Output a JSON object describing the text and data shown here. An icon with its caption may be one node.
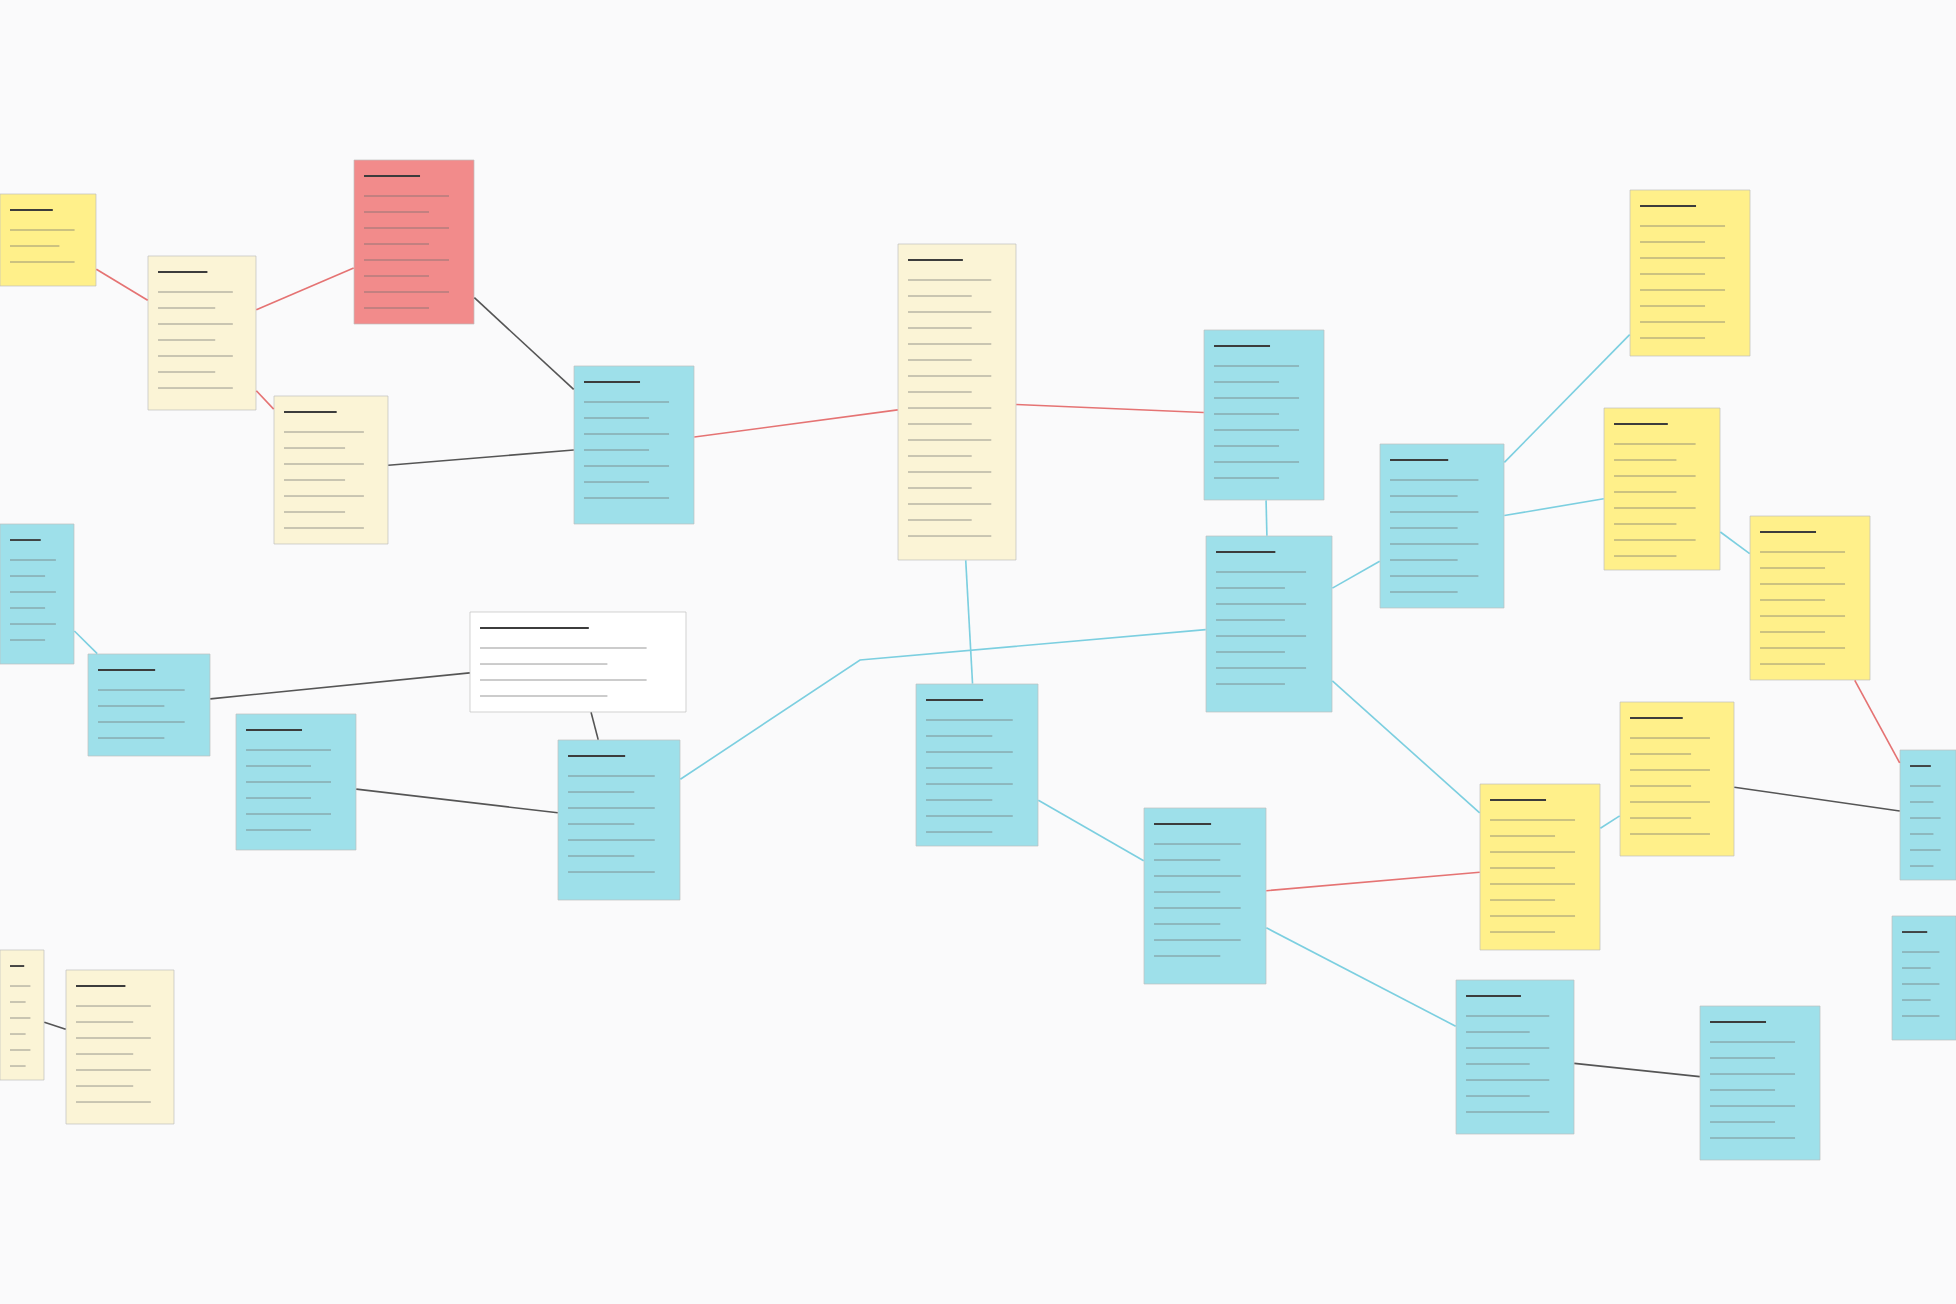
{
  "diagram": {
    "nodes": [
      {
        "text": [],
        "shape": "box"
      },
      {
        "text": [],
        "shape": "box"
      },
      {
        "text": [],
        "shape": "box"
      },
      {
        "text": [],
        "shape": "box"
      },
      {
        "text": [],
        "shape": "box"
      },
      {
        "text": [],
        "shape": "box"
      },
      {
        "text": [],
        "shape": "box"
      },
      {
        "text": [],
        "shape": "box"
      },
      {
        "text": [],
        "shape": "box"
      },
      {
        "text": [],
        "shape": "box"
      },
      {
        "text": [],
        "shape": "box"
      },
      {
        "text": [],
        "shape": "box"
      },
      {
        "text": [],
        "shape": "box"
      },
      {
        "text": [],
        "shape": "box"
      },
      {
        "text": [],
        "shape": "box"
      },
      {
        "text": [],
        "shape": "box"
      },
      {
        "text": [],
        "shape": "box"
      },
      {
        "text": [],
        "shape": "box"
      },
      {
        "text": [],
        "shape": "box"
      },
      {
        "text": [],
        "shape": "box"
      },
      {
        "text": [],
        "shape": "box"
      },
      {
        "text": [],
        "shape": "box"
      },
      {
        "text": [],
        "shape": "box"
      },
      {
        "text": [],
        "shape": "box"
      },
      {
        "text": [],
        "shape": "box"
      },
      {
        "text": [],
        "shape": "box"
      },
      {
        "text": [],
        "shape": "box"
      }
    ],
    "edges": [
      {
        "from": 2,
        "to": 4,
        "arrow": "none",
        "color": "#e57373"
      },
      {
        "from": 4,
        "to": 0,
        "arrow": "none",
        "color": "#e57373"
      },
      {
        "from": 4,
        "to": 7,
        "arrow": "none",
        "color": "#e57373"
      },
      {
        "from": 0,
        "to": 6,
        "arrow": "none",
        "color": "#555555"
      },
      {
        "from": 7,
        "to": 6,
        "arrow": "none",
        "color": "#555555"
      },
      {
        "from": 6,
        "to": 3,
        "arrow": "none",
        "color": "#e57373"
      },
      {
        "from": 3,
        "to": 5,
        "arrow": "none",
        "color": "#e57373"
      },
      {
        "from": 5,
        "to": 12,
        "arrow": "none"
      },
      {
        "from": 12,
        "to": 9,
        "arrow": "none"
      },
      {
        "from": 9,
        "to": 1,
        "arrow": "none"
      },
      {
        "from": 9,
        "to": 8,
        "arrow": "none"
      },
      {
        "from": 8,
        "to": 10,
        "arrow": "none"
      },
      {
        "from": 3,
        "to": 15,
        "arrow": "none"
      },
      {
        "from": 11,
        "to": 14,
        "arrow": "none"
      },
      {
        "from": 14,
        "to": 13,
        "arrow": "none",
        "color": "#555555"
      },
      {
        "from": 13,
        "to": 18,
        "arrow": "none",
        "color": "#555555"
      },
      {
        "from": 17,
        "to": 18,
        "arrow": "none",
        "color": "#555555"
      },
      {
        "from": 18,
        "to": 12,
        "arrow": "none"
      },
      {
        "from": 15,
        "to": 21,
        "arrow": "none"
      },
      {
        "from": 21,
        "to": 20,
        "arrow": "none",
        "color": "#e57373"
      },
      {
        "from": 20,
        "to": 16,
        "arrow": "none"
      },
      {
        "from": 16,
        "to": 19,
        "arrow": "none",
        "color": "#555555"
      },
      {
        "from": 21,
        "to": 25,
        "arrow": "none"
      },
      {
        "from": 25,
        "to": 26,
        "arrow": "none",
        "color": "#555555"
      },
      {
        "from": 10,
        "to": 19,
        "arrow": "none",
        "color": "#e57373"
      },
      {
        "from": 23,
        "to": 24,
        "arrow": "none",
        "color": "#555555"
      },
      {
        "from": 12,
        "to": 20,
        "arrow": "none"
      }
    ]
  }
}
